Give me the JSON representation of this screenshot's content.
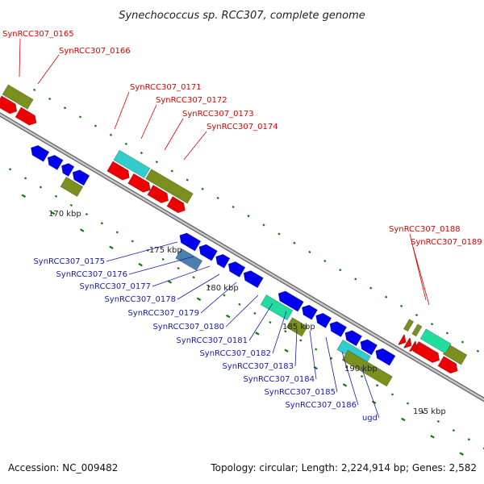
{
  "title": "Synechococcus sp. RCC307, complete genome",
  "footer": {
    "accession": "Accession: NC_009482",
    "stats": "Topology: circular; Length: 2,224,914 bp; Genes: 2,582"
  },
  "colors": {
    "backbone": "#9a9a9a",
    "forward_label": "#dd0000",
    "reverse_label": "#1a1aaa",
    "ticks": "#117711",
    "red_gene": "#ee0000",
    "blue_gene": "#0000ee",
    "olive_gene": "#7a8f1e",
    "cyan_gene": "#33cccc",
    "teal_gene": "#22dda0",
    "steel_gene": "#4a7fb0"
  },
  "scale_labels": [
    "170 kbp",
    "175 kbp",
    "180 kbp",
    "185 kbp",
    "190 kbp",
    "195 kbp"
  ],
  "forward_labels": [
    "SynRCC307_0165",
    "SynRCC307_0166",
    "SynRCC307_0171",
    "SynRCC307_0172",
    "SynRCC307_0173",
    "SynRCC307_0174",
    "SynRCC307_0188",
    "SynRCC307_0189"
  ],
  "reverse_labels": [
    "SynRCC307_0175",
    "SynRCC307_0176",
    "SynRCC307_0177",
    "SynRCC307_0178",
    "SynRCC307_0179",
    "SynRCC307_0180",
    "SynRCC307_0181",
    "SynRCC307_0182",
    "SynRCC307_0183",
    "SynRCC307_0184",
    "SynRCC307_0185",
    "SynRCC307_0186",
    "ugd"
  ]
}
